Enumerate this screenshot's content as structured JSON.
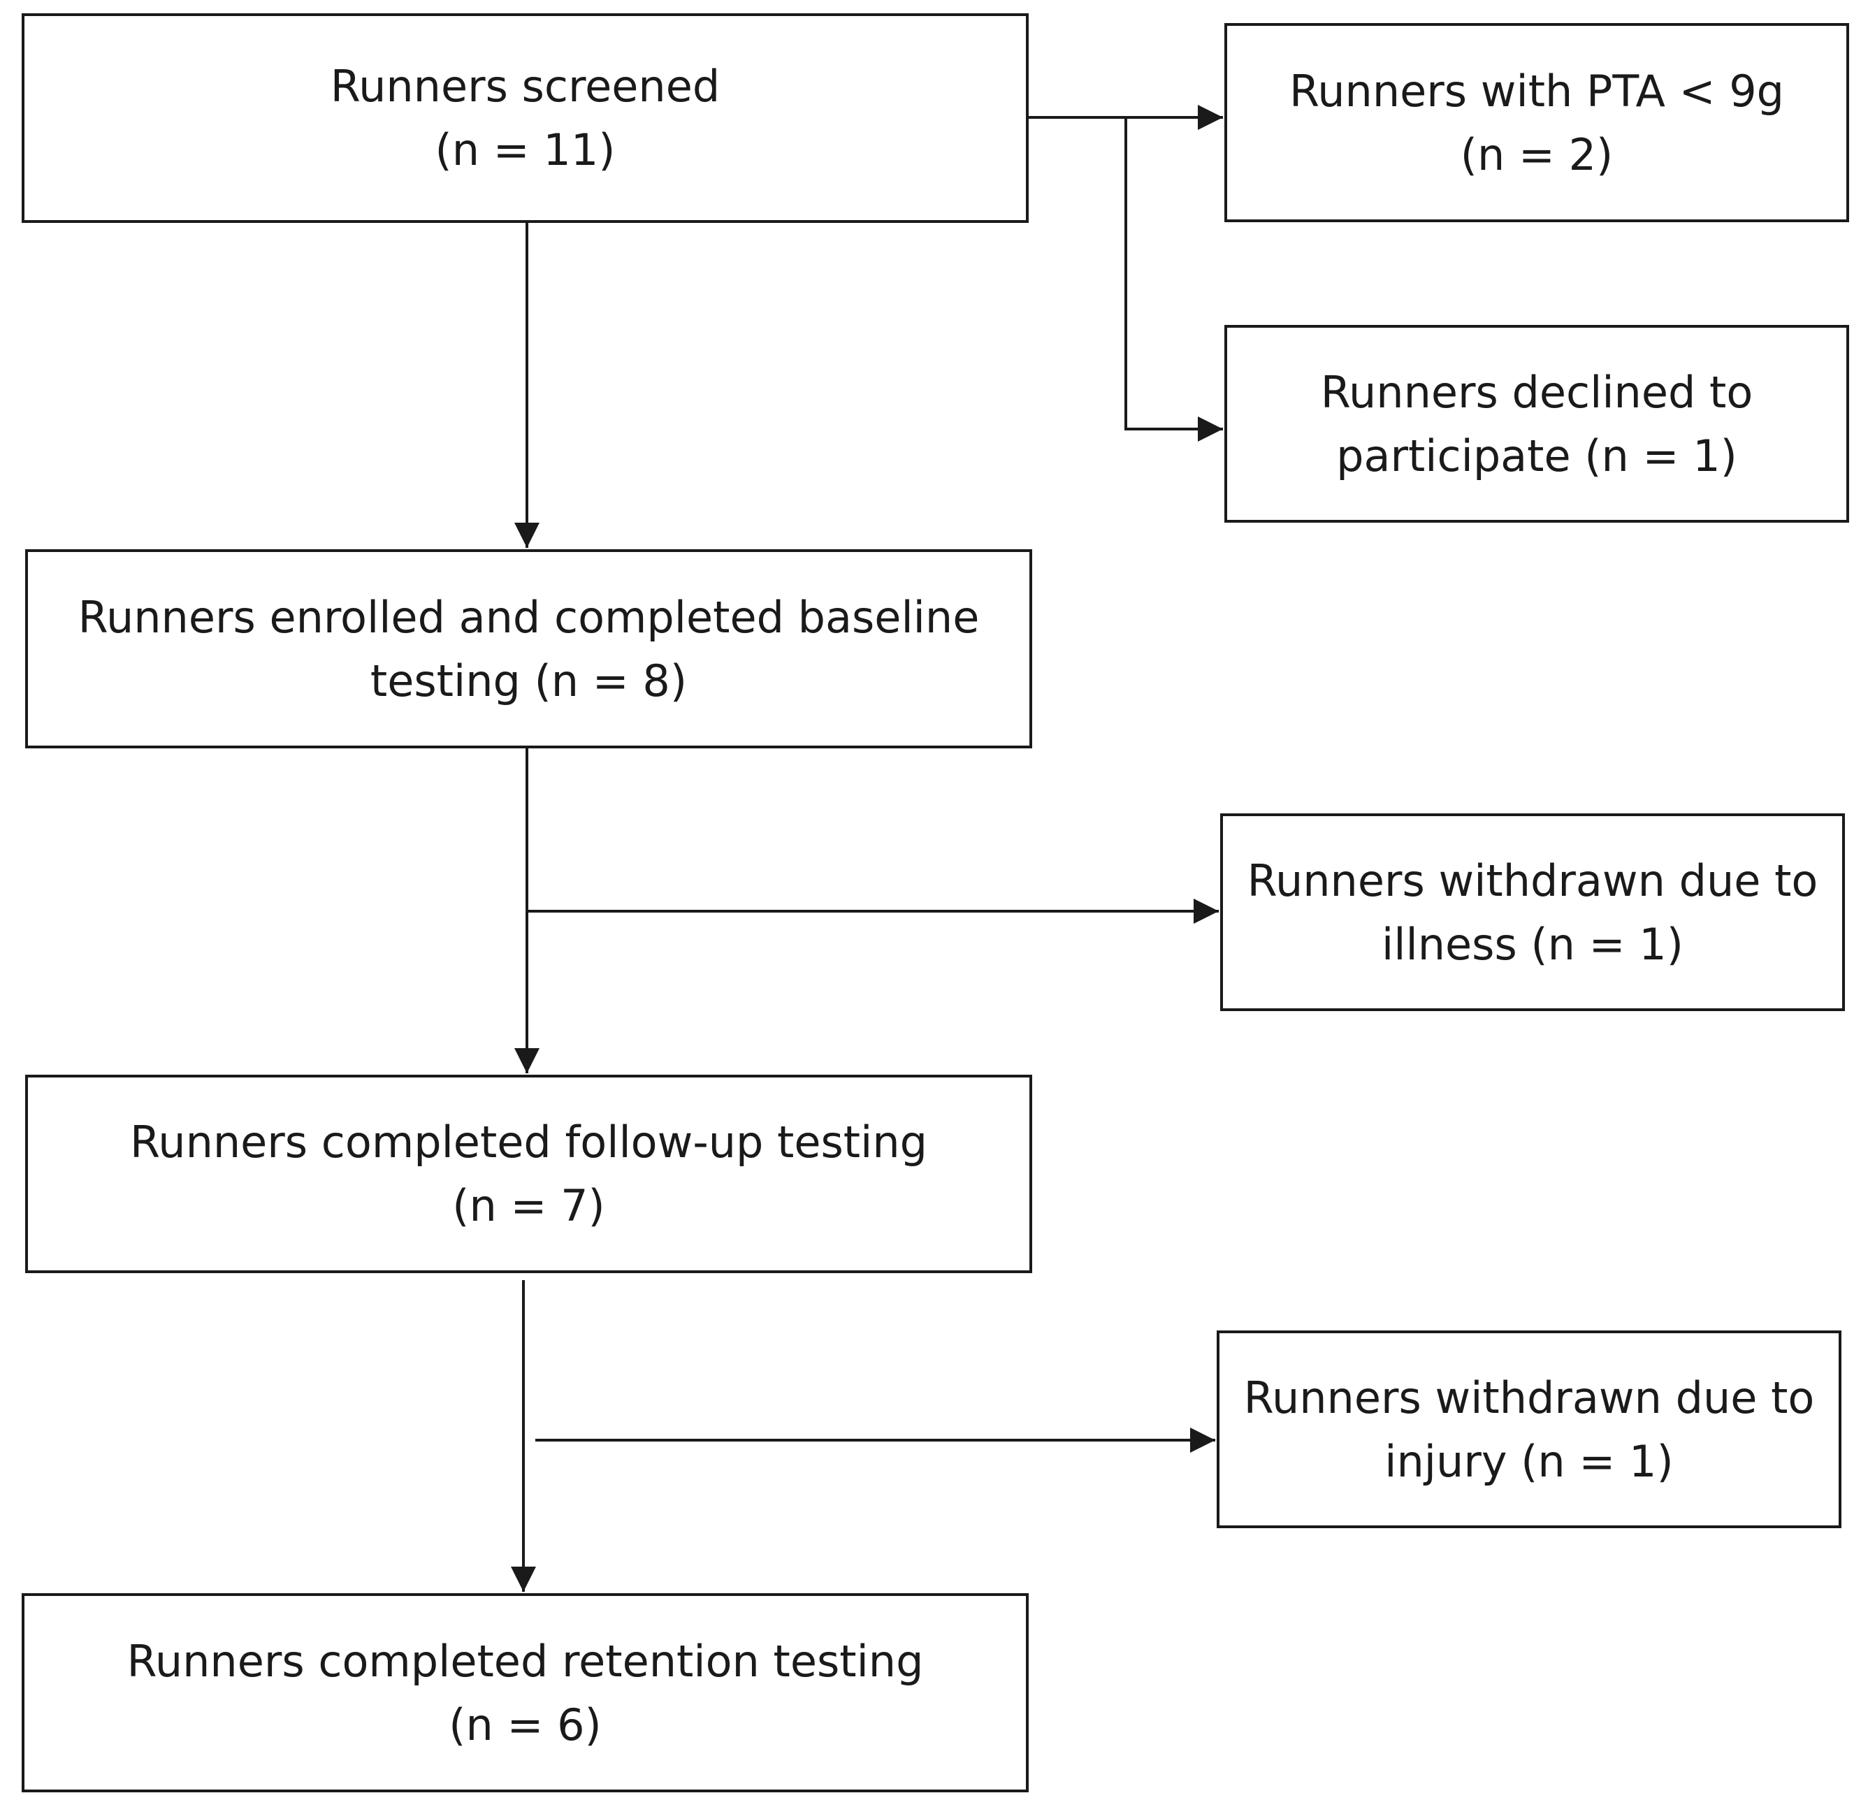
{
  "flowchart": {
    "main": {
      "screened": {
        "line1": "Runners screened",
        "line2": "(n = 11)"
      },
      "enrolled": {
        "line1": "Runners enrolled and completed baseline",
        "line2": "testing (n = 8)"
      },
      "followup": {
        "line1": "Runners completed follow-up testing",
        "line2": "(n = 7)"
      },
      "retention": {
        "line1": "Runners completed retention testing",
        "line2": "(n = 6)"
      }
    },
    "exclusions": {
      "pta": {
        "line1": "Runners with PTA < 9g",
        "line2": "(n = 2)"
      },
      "declined": {
        "line1": "Runners declined to",
        "line2": "participate (n = 1)"
      },
      "illness": {
        "line1": "Runners withdrawn due to",
        "line2": "illness (n = 1)"
      },
      "injury": {
        "line1": "Runners withdrawn due to",
        "line2": "injury (n = 1)"
      }
    }
  },
  "colors": {
    "stroke": "#1a1a1a",
    "background": "#ffffff"
  }
}
